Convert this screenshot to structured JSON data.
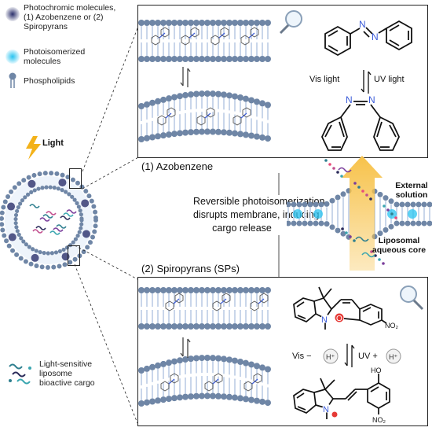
{
  "legend": {
    "photochromic": "Photochromic molecules, (1) Azobenzene or (2) Spiropyrans",
    "photochromic_l1": "Photochromic molecules,",
    "photochromic_l2": "(1) Azobenzene or (2)",
    "photochromic_l3": "Spiropyrans",
    "photoisomerized_l1": "Photoisomerized",
    "photoisomerized_l2": "molecules",
    "phospholipids": "Phospholipids",
    "cargo_l1": "Light-sensitive",
    "cargo_l2": "liposome",
    "cargo_l3": "bioactive cargo"
  },
  "light_label": "Light",
  "panel1": {
    "label": "(1) Azobenzene",
    "vis": "Vis light",
    "uv": "UV light",
    "n1": "N",
    "n2": "N"
  },
  "panel2": {
    "label": "(2) Spiropyrans (SPs)",
    "vis": "Vis −",
    "uv": "UV +",
    "h_plus": "H⁺",
    "no2": "NO₂",
    "oh": "HO",
    "n": "N",
    "o": "O"
  },
  "center": {
    "l1": "Reversible photoisomerization",
    "l2": "disrupts membrane, inducing",
    "l3": "cargo release"
  },
  "pore": {
    "external_l1": "External",
    "external_l2": "solution",
    "liposomal_l1": "Liposomal",
    "liposomal_l2": "aqueous core"
  },
  "colors": {
    "lipid_head": "#6f86a6",
    "lipid_tail": "#c9d6ea",
    "dark_molecule": "#2a2f6b",
    "cyan_molecule": "#27c3f0",
    "arrow": "#f7c24a",
    "bolt": "#f3b21a"
  }
}
